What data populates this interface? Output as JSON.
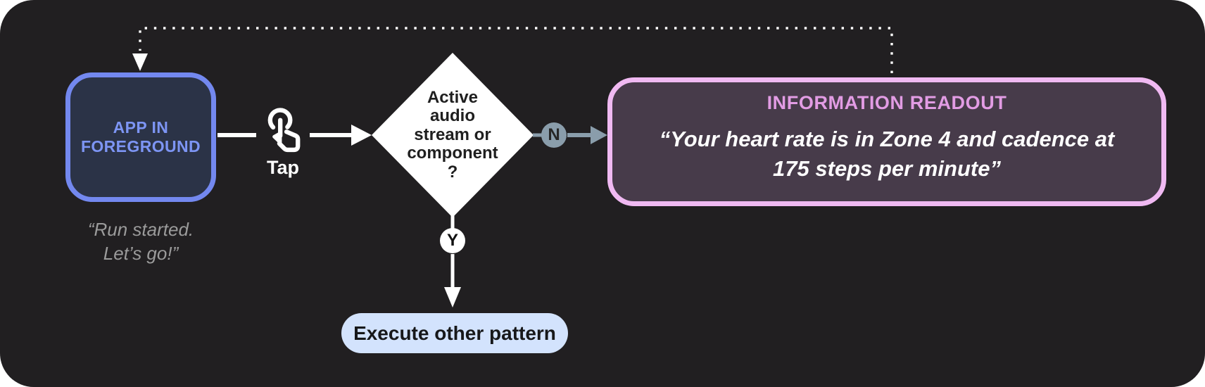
{
  "colors": {
    "panel_bg": "#211f21",
    "app_box_fill": "#2b3347",
    "app_box_border": "#7388ef",
    "app_box_text": "#7d95f4",
    "caption_text": "#9b9b9b",
    "diamond_fill": "#ffffff",
    "diamond_text": "#1f1f1f",
    "branch_accent": "#8a9dab",
    "branch_n_letter": "#262626",
    "branch_y_letter": "#101010",
    "readout_fill": "#473b4a",
    "readout_border": "#f0b9f2",
    "readout_title": "#e29ce4",
    "pill_bg": "#d3e3fd",
    "pill_text": "#17181a",
    "connector_white": "#ffffff"
  },
  "nodes": {
    "app_state": {
      "label": "APP IN\nFOREGROUND",
      "caption": "“Run started.\nLet’s go!”"
    },
    "tap": {
      "label": "Tap"
    },
    "decision": {
      "label": "Active\naudio\nstream or\ncomponent\n?"
    },
    "branch_no": {
      "label": "N"
    },
    "branch_yes": {
      "label": "Y"
    },
    "readout": {
      "title": "INFORMATION READOUT",
      "quote": "“Your heart rate is in Zone 4 and cadence at\n175 steps per minute”"
    },
    "execute": {
      "label": "Execute other pattern"
    }
  }
}
